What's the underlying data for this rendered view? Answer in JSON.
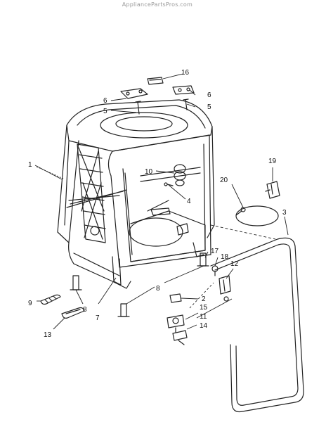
{
  "watermark": "AppliancePartsPros.com",
  "callouts": {
    "c1": "1",
    "c2": "2",
    "c3": "3",
    "c4": "4",
    "c5a": "5",
    "c5b": "5",
    "c6a": "6",
    "c6b": "6",
    "c7": "7",
    "c8a": "8",
    "c8b": "8",
    "c9": "9",
    "c10": "10",
    "c11": "11",
    "c12": "12",
    "c13": "13",
    "c14": "14",
    "c15": "15",
    "c16": "16",
    "c17": "17",
    "c18": "18",
    "c19": "19",
    "c20": "20"
  }
}
